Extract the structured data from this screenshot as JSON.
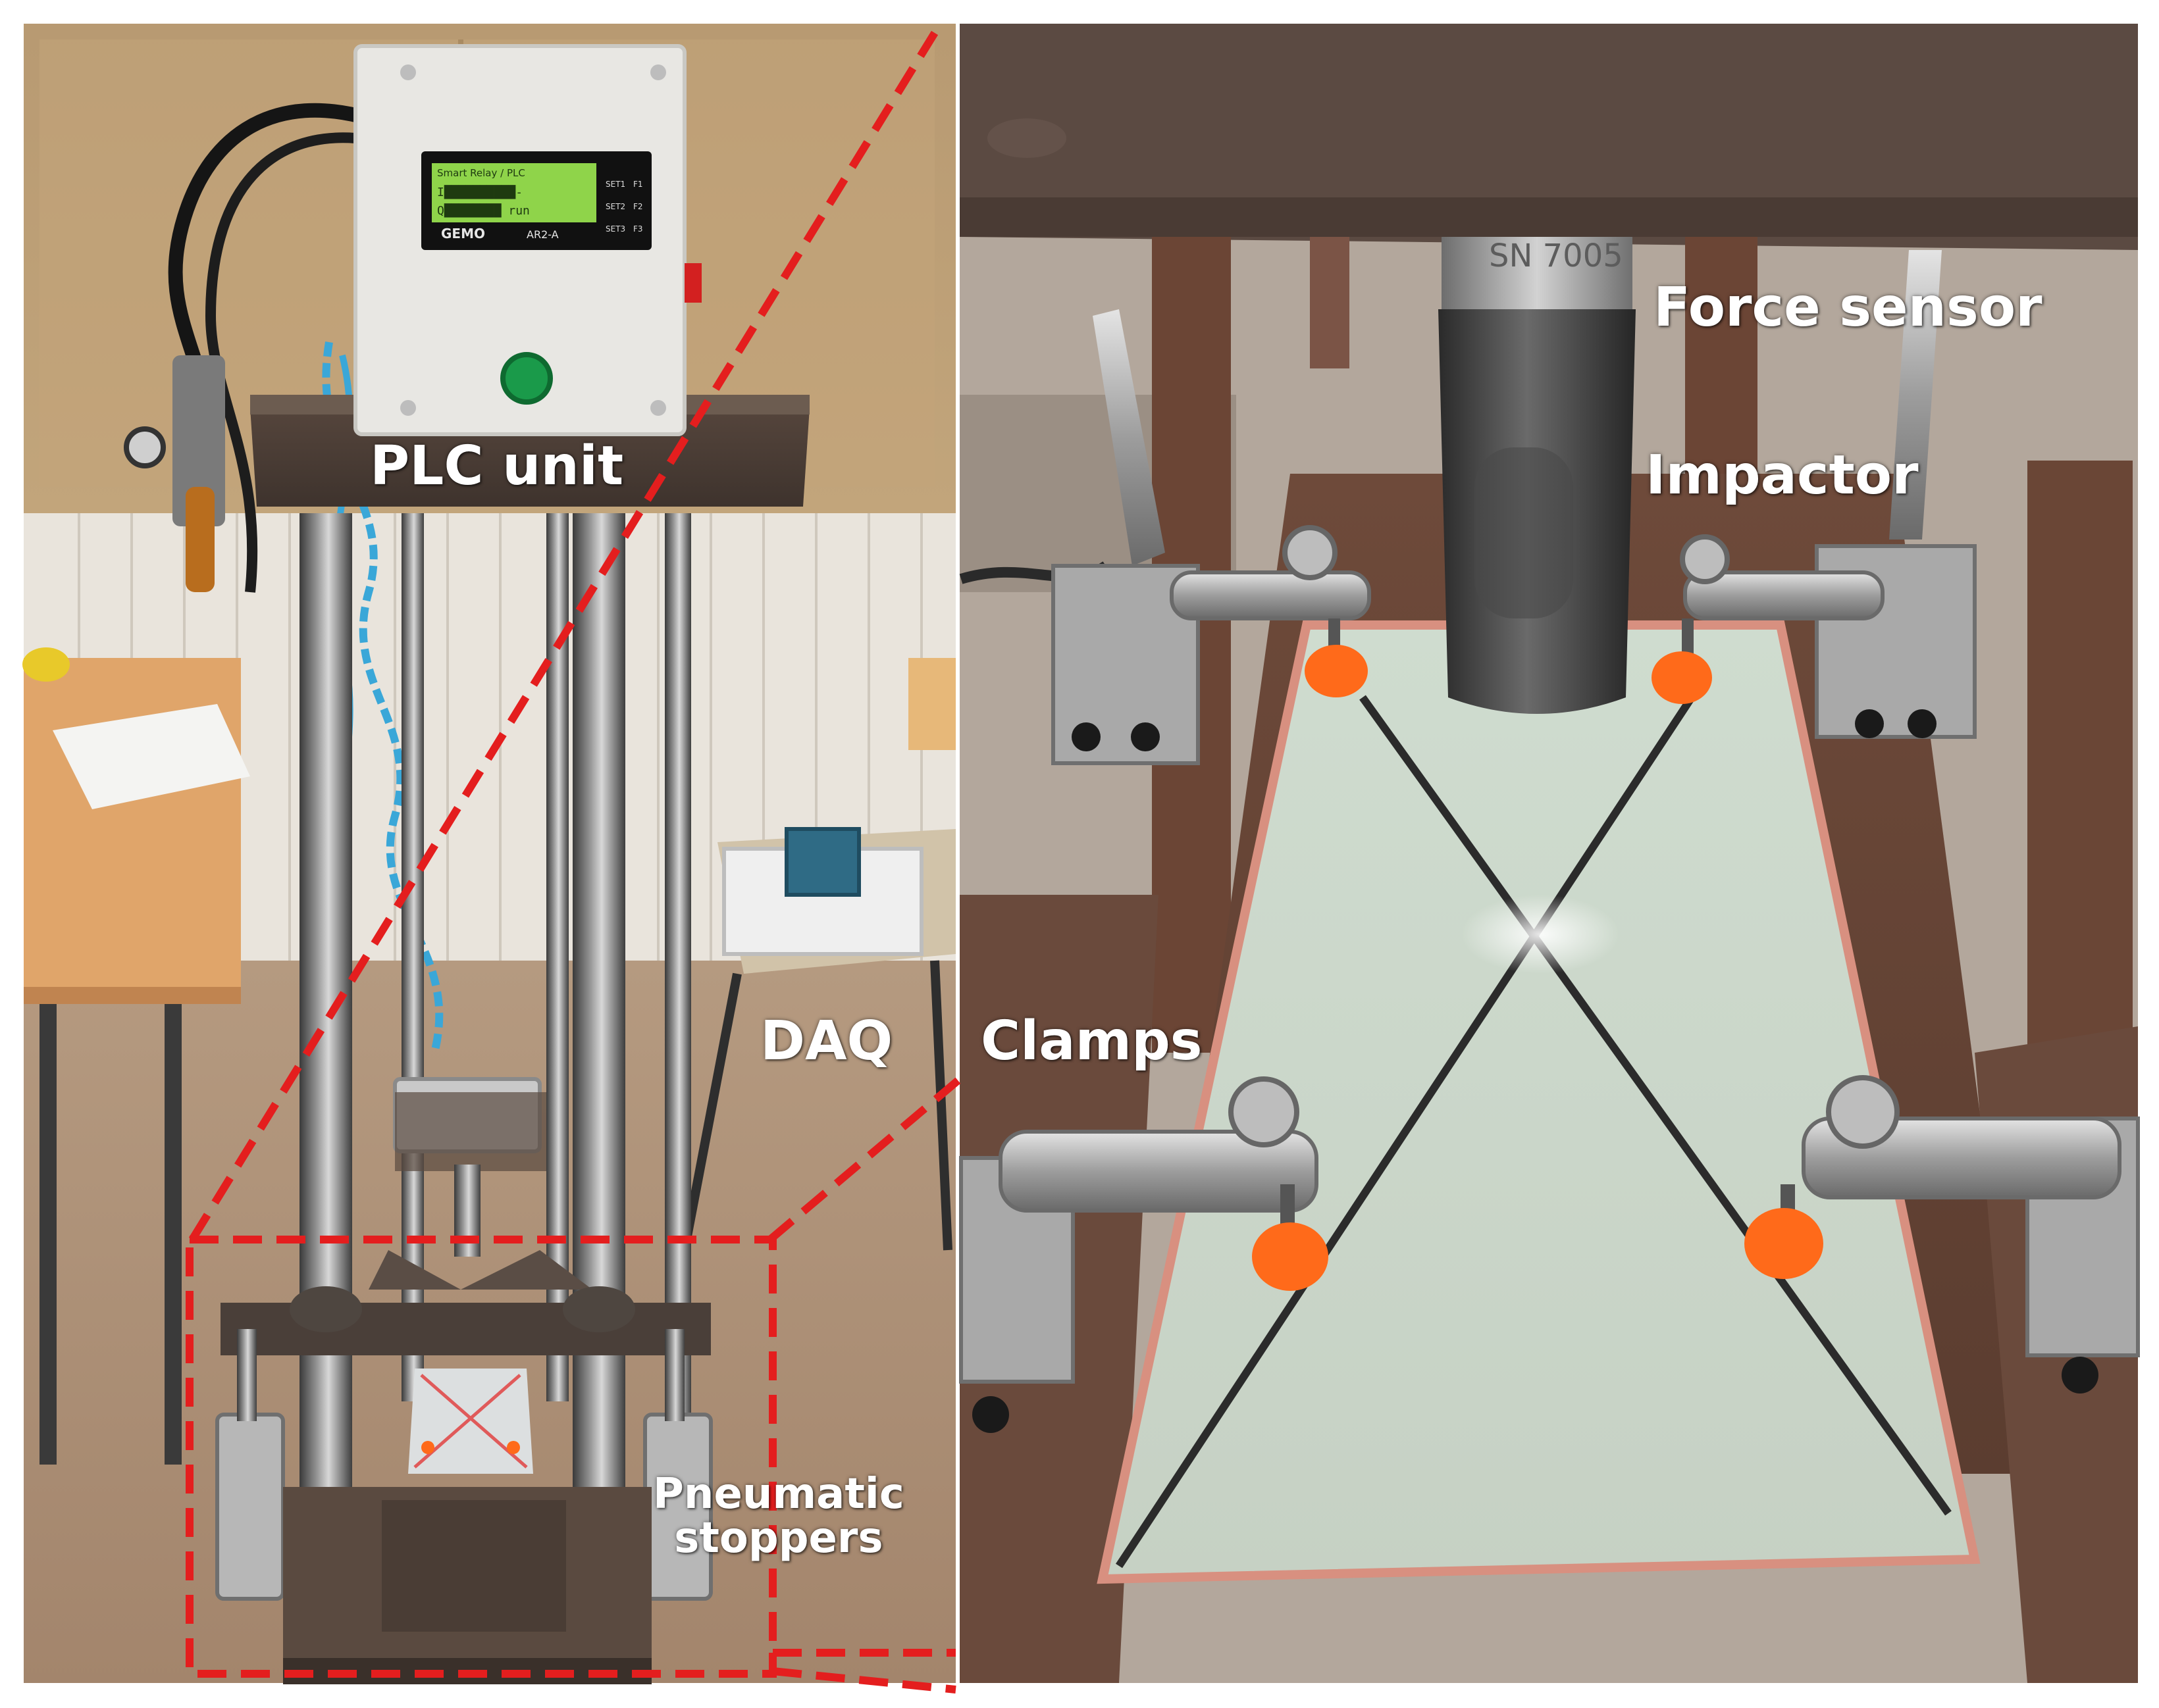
{
  "labels": {
    "plc_unit": "PLC unit",
    "daq": "DAQ",
    "pneumatic_stoppers_line1": "Pneumatic",
    "pneumatic_stoppers_line2": "stoppers",
    "force_sensor": "Force sensor",
    "impactor": "Impactor",
    "clamps": "Clamps"
  },
  "plc_display": {
    "title": "Smart Relay / PLC",
    "brand": "GEMO",
    "model": "AR2-A",
    "line1": "I██████████-",
    "line2": "Q████████ run",
    "buttons": [
      "SET1",
      "SET2",
      "SET3",
      "F1",
      "F2",
      "F3"
    ]
  },
  "sensor_engraving": "SN 7005",
  "colors": {
    "annotation": "#e41e1e",
    "label_text": "#ffffff",
    "laminate": "#cfd8cc",
    "steel_plate": "#6b4535",
    "clamp_pad": "#ff6a1a",
    "lcd_green": "#8fd44a"
  }
}
